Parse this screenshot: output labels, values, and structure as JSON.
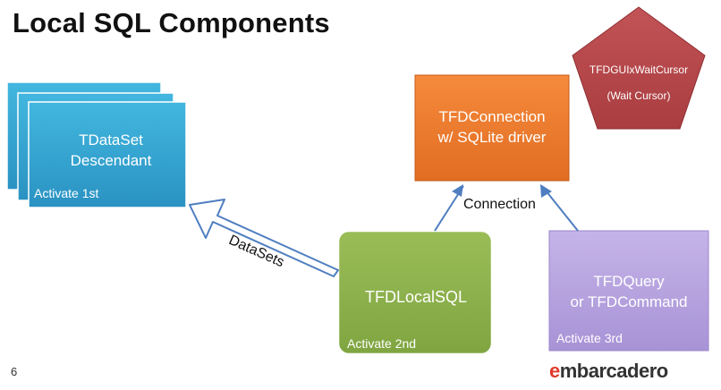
{
  "title": "Local SQL Components",
  "page_number": "6",
  "brand": {
    "logo_text": "embarcadero",
    "logo_accent": "e",
    "logo_rest": "mbarcadero"
  },
  "nodes": {
    "tdataset": {
      "line1": "TDataSet",
      "line2": "Descendant",
      "corner": "Activate 1st",
      "color": "#31a8d3"
    },
    "connection": {
      "line1": "TFDConnection",
      "line2": "w/ SQLite driver",
      "color": "#f07c34"
    },
    "localsql": {
      "line1": "TFDLocalSQL",
      "corner": "Activate 2nd",
      "color": "#8eb24f"
    },
    "query": {
      "line1": "TFDQuery",
      "line2": "or TFDCommand",
      "corner": "Activate 3rd",
      "color": "#b9a5de"
    },
    "waitcursor": {
      "line1": "TFDGUIxWaitCursor",
      "line2": "(Wait Cursor)",
      "color": "#b84a4d"
    }
  },
  "edges": {
    "connection_label": "Connection",
    "datasets_label": "DataSets"
  },
  "colors": {
    "arrow": "#4f7ec0"
  }
}
